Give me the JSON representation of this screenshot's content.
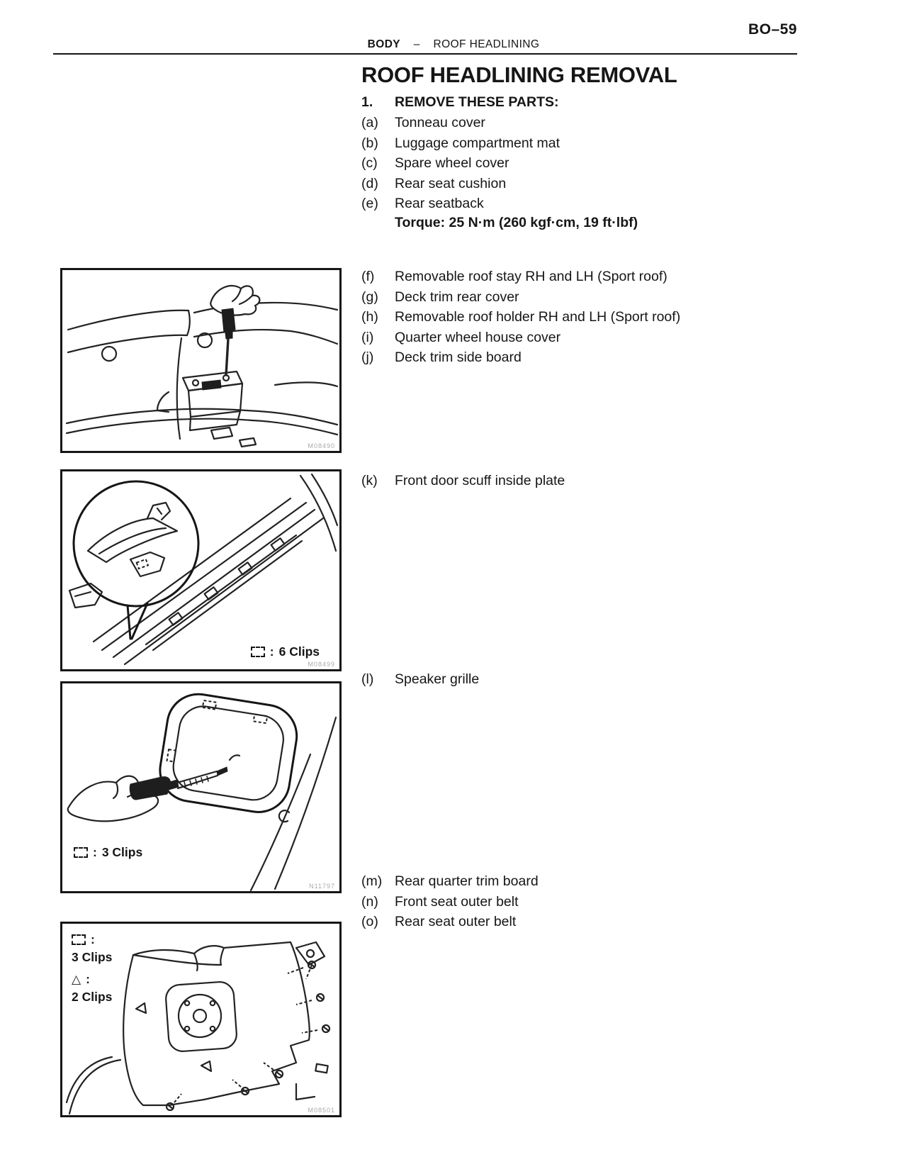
{
  "page": {
    "number_label": "BO–59",
    "running_header": {
      "section": "BODY",
      "dash": "–",
      "chapter": "ROOF HEADLINING"
    },
    "title": "ROOF HEADLINING REMOVAL"
  },
  "procedure": {
    "step_number": "1.",
    "step_heading": "REMOVE THESE PARTS:",
    "torque_note": "Torque: 25 N·m (260 kgf·cm, 19 ft·lbf)",
    "items_a_e": [
      {
        "tag": "(a)",
        "text": "Tonneau cover"
      },
      {
        "tag": "(b)",
        "text": "Luggage compartment mat"
      },
      {
        "tag": "(c)",
        "text": "Spare wheel cover"
      },
      {
        "tag": "(d)",
        "text": "Rear seat cushion"
      },
      {
        "tag": "(e)",
        "text": "Rear seatback"
      }
    ],
    "items_f_j": [
      {
        "tag": "(f)",
        "text": "Removable roof stay RH and LH (Sport roof)"
      },
      {
        "tag": "(g)",
        "text": "Deck trim rear cover"
      },
      {
        "tag": "(h)",
        "text": "Removable roof holder RH and LH (Sport roof)"
      },
      {
        "tag": "(i)",
        "text": "Quarter wheel house cover"
      },
      {
        "tag": "(j)",
        "text": "Deck trim side board"
      }
    ],
    "items_k": [
      {
        "tag": "(k)",
        "text": "Front door scuff inside plate"
      }
    ],
    "items_l": [
      {
        "tag": "(l)",
        "text": "Speaker grille"
      }
    ],
    "items_m_o": [
      {
        "tag": "(m)",
        "text": "Rear quarter trim board"
      },
      {
        "tag": "(n)",
        "text": "Front seat outer belt"
      },
      {
        "tag": "(o)",
        "text": "Rear seat outer belt"
      }
    ]
  },
  "figures": {
    "fig1": {
      "code": "M08490"
    },
    "fig2": {
      "code": "M08499",
      "clips": {
        "symbol_icon": "dashed-box-icon",
        "sep": ":",
        "label": "6 Clips"
      }
    },
    "fig3": {
      "code": "N11797",
      "clips": {
        "symbol_icon": "dashed-box-icon",
        "sep": ":",
        "label": "3 Clips"
      }
    },
    "fig4": {
      "code": "M08501",
      "legend": [
        {
          "symbol_icon": "dashed-box-icon",
          "symbol_glyph": "",
          "sep": ":",
          "label": "3 Clips"
        },
        {
          "symbol_icon": "triangle-icon",
          "symbol_glyph": "△",
          "sep": ":",
          "label": "2 Clips"
        }
      ]
    }
  },
  "colors": {
    "ink": "#161616",
    "figure_code_gray": "#a9a9a9",
    "paper": "#ffffff"
  }
}
